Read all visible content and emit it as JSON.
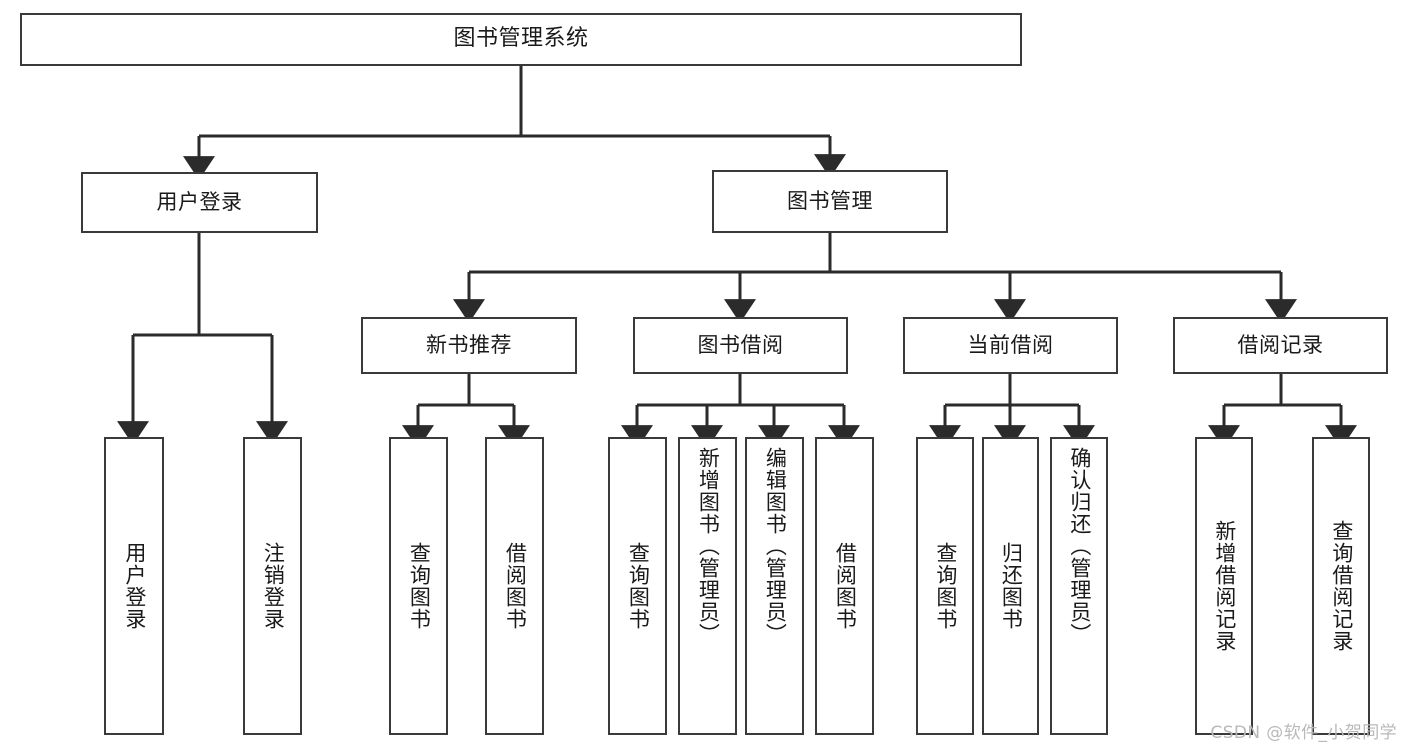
{
  "diagram": {
    "title": "图书管理系统",
    "type": "tree-hierarchy-chart",
    "colors": {
      "box_border": "#3a3a3a",
      "box_fill": "#ffffff",
      "edge": "#2b2b2b",
      "text": "#1a1a1a",
      "watermark": "#b9b9b9",
      "background": "#ffffff"
    }
  },
  "root": {
    "label": "图书管理系统"
  },
  "level2": [
    {
      "label": "用户登录"
    },
    {
      "label": "图书管理"
    }
  ],
  "level3": [
    {
      "label": "新书推荐"
    },
    {
      "label": "图书借阅"
    },
    {
      "label": "当前借阅"
    },
    {
      "label": "借阅记录"
    }
  ],
  "leaves": {
    "user_login": [
      {
        "label": "用户登录"
      },
      {
        "label": "注销登录"
      }
    ],
    "new_book_recommend": [
      {
        "label": "查询图书"
      },
      {
        "label": "借阅图书"
      }
    ],
    "book_borrow": [
      {
        "label": "查询图书"
      },
      {
        "label": "新增图书（管理员）"
      },
      {
        "label": "编辑图书（管理员）"
      },
      {
        "label": "借阅图书"
      }
    ],
    "current_borrow": [
      {
        "label": "查询图书"
      },
      {
        "label": "归还图书"
      },
      {
        "label": "确认归还（管理员）"
      }
    ],
    "borrow_records": [
      {
        "label": "新增借阅记录"
      },
      {
        "label": "查询借阅记录"
      }
    ]
  },
  "watermark": {
    "text": "CSDN @软件_小贺同学"
  }
}
